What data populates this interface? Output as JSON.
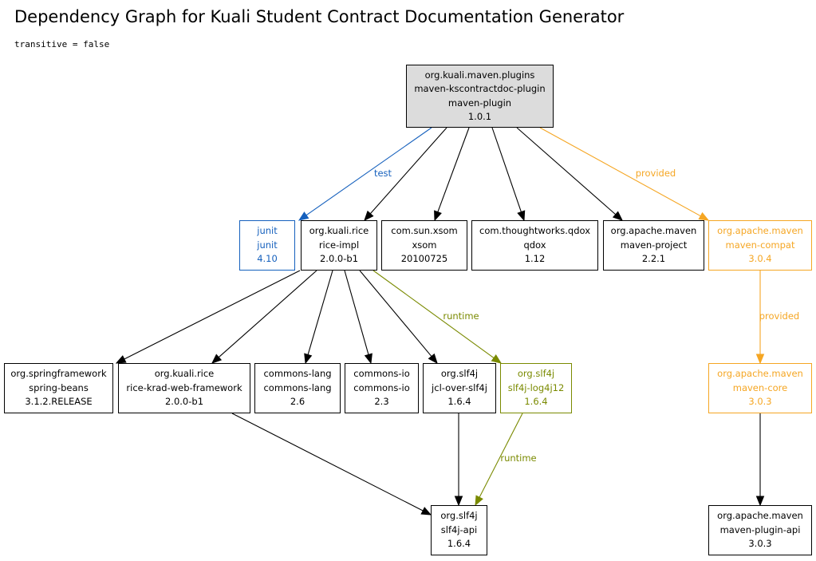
{
  "title": "Dependency Graph for Kuali Student Contract Documentation Generator",
  "subtitle": "transitive = false",
  "colors": {
    "default": "#000000",
    "test": "#1560bd",
    "provided": "#f5a623",
    "runtime": "#7a8a00",
    "root_fill": "#dcdcdc"
  },
  "nodes": [
    {
      "id": "root",
      "scope": "compile",
      "lines": [
        "org.kuali.maven.plugins",
        "maven-kscontractdoc-plugin",
        "maven-plugin",
        "1.0.1"
      ]
    },
    {
      "id": "junit",
      "scope": "test",
      "lines": [
        "junit",
        "junit",
        "4.10"
      ]
    },
    {
      "id": "rice-impl",
      "scope": "compile",
      "lines": [
        "org.kuali.rice",
        "rice-impl",
        "2.0.0-b1"
      ]
    },
    {
      "id": "xsom",
      "scope": "compile",
      "lines": [
        "com.sun.xsom",
        "xsom",
        "20100725"
      ]
    },
    {
      "id": "qdox",
      "scope": "compile",
      "lines": [
        "com.thoughtworks.qdox",
        "qdox",
        "1.12"
      ]
    },
    {
      "id": "maven-project",
      "scope": "compile",
      "lines": [
        "org.apache.maven",
        "maven-project",
        "2.2.1"
      ]
    },
    {
      "id": "maven-compat",
      "scope": "provided",
      "lines": [
        "org.apache.maven",
        "maven-compat",
        "3.0.4"
      ]
    },
    {
      "id": "spring-beans",
      "scope": "compile",
      "lines": [
        "org.springframework",
        "spring-beans",
        "3.1.2.RELEASE"
      ]
    },
    {
      "id": "rice-krad",
      "scope": "compile",
      "lines": [
        "org.kuali.rice",
        "rice-krad-web-framework",
        "2.0.0-b1"
      ]
    },
    {
      "id": "commons-lang",
      "scope": "compile",
      "lines": [
        "commons-lang",
        "commons-lang",
        "2.6"
      ]
    },
    {
      "id": "commons-io",
      "scope": "compile",
      "lines": [
        "commons-io",
        "commons-io",
        "2.3"
      ]
    },
    {
      "id": "jcl-over-slf4j",
      "scope": "compile",
      "lines": [
        "org.slf4j",
        "jcl-over-slf4j",
        "1.6.4"
      ]
    },
    {
      "id": "slf4j-log4j12",
      "scope": "runtime",
      "lines": [
        "org.slf4j",
        "slf4j-log4j12",
        "1.6.4"
      ]
    },
    {
      "id": "maven-core",
      "scope": "provided",
      "lines": [
        "org.apache.maven",
        "maven-core",
        "3.0.3"
      ]
    },
    {
      "id": "slf4j-api",
      "scope": "compile",
      "lines": [
        "org.slf4j",
        "slf4j-api",
        "1.6.4"
      ]
    },
    {
      "id": "maven-plugin-api",
      "scope": "compile",
      "lines": [
        "org.apache.maven",
        "maven-plugin-api",
        "3.0.3"
      ]
    }
  ],
  "edges": [
    {
      "from": "root",
      "to": "junit",
      "scope": "test",
      "label": "test"
    },
    {
      "from": "root",
      "to": "rice-impl",
      "scope": "compile",
      "label": ""
    },
    {
      "from": "root",
      "to": "xsom",
      "scope": "compile",
      "label": ""
    },
    {
      "from": "root",
      "to": "qdox",
      "scope": "compile",
      "label": ""
    },
    {
      "from": "root",
      "to": "maven-project",
      "scope": "compile",
      "label": ""
    },
    {
      "from": "root",
      "to": "maven-compat",
      "scope": "provided",
      "label": "provided"
    },
    {
      "from": "rice-impl",
      "to": "spring-beans",
      "scope": "compile",
      "label": ""
    },
    {
      "from": "rice-impl",
      "to": "rice-krad",
      "scope": "compile",
      "label": ""
    },
    {
      "from": "rice-impl",
      "to": "commons-lang",
      "scope": "compile",
      "label": ""
    },
    {
      "from": "rice-impl",
      "to": "commons-io",
      "scope": "compile",
      "label": ""
    },
    {
      "from": "rice-impl",
      "to": "jcl-over-slf4j",
      "scope": "compile",
      "label": ""
    },
    {
      "from": "rice-impl",
      "to": "slf4j-log4j12",
      "scope": "runtime",
      "label": "runtime"
    },
    {
      "from": "maven-compat",
      "to": "maven-core",
      "scope": "provided",
      "label": "provided"
    },
    {
      "from": "rice-krad",
      "to": "slf4j-api",
      "scope": "compile",
      "label": ""
    },
    {
      "from": "jcl-over-slf4j",
      "to": "slf4j-api",
      "scope": "compile",
      "label": ""
    },
    {
      "from": "slf4j-log4j12",
      "to": "slf4j-api",
      "scope": "runtime",
      "label": "runtime"
    },
    {
      "from": "maven-core",
      "to": "maven-plugin-api",
      "scope": "compile",
      "label": ""
    }
  ]
}
